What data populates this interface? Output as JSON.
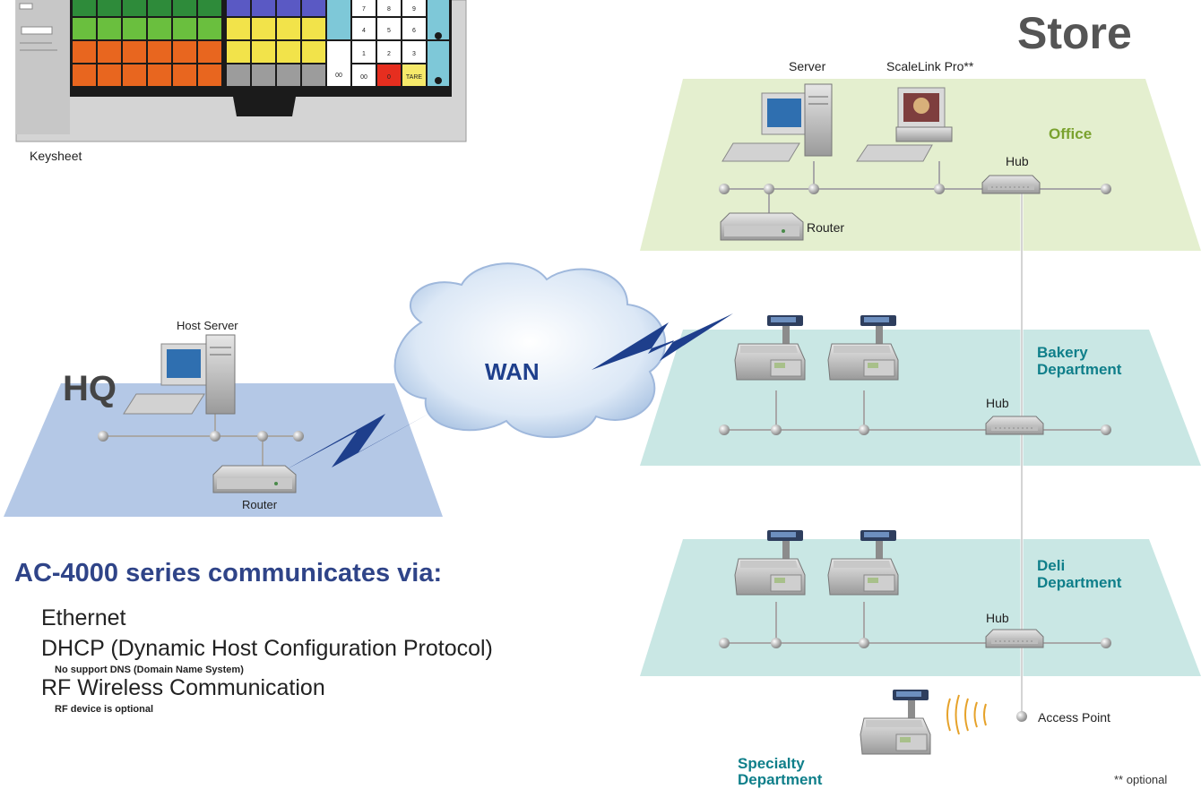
{
  "store_title": "Store",
  "hq_title": "HQ",
  "wan_label": "WAN",
  "keysheet": {
    "caption": "Keysheet",
    "keys": [
      "7",
      "8",
      "9",
      "4",
      "5",
      "6",
      "00",
      "1",
      "2",
      "3",
      "00",
      "0",
      "TARE"
    ]
  },
  "office": {
    "zone": "Office",
    "server": "Server",
    "scalelink": "ScaleLink Pro**",
    "hub": "Hub",
    "router": "Router"
  },
  "bakery": {
    "zone_line1": "Bakery",
    "zone_line2": "Department",
    "hub": "Hub"
  },
  "deli": {
    "zone_line1": "Deli",
    "zone_line2": "Department",
    "hub": "Hub"
  },
  "access_point": "Access Point",
  "specialty": {
    "line1": "Specialty",
    "line2": "Department"
  },
  "hq": {
    "host_server": "Host Server",
    "router": "Router"
  },
  "comms": {
    "title": "AC-4000 series communicates via:",
    "items": [
      {
        "label": "Ethernet",
        "note": ""
      },
      {
        "label": "DHCP (Dynamic Host Configuration Protocol)",
        "note": "No support DNS (Domain Name System)"
      },
      {
        "label": "RF Wireless Communication",
        "note": "RF device is optional"
      }
    ]
  },
  "footnote": "** optional",
  "colors": {
    "office_plane": "#e4efcf",
    "dept_plane": "#c9e7e4",
    "hq_plane": "#b4c8e6",
    "zone_text": "#0f7f8a",
    "title_text": "#2f4488",
    "lightning": "#1e3f8c"
  }
}
